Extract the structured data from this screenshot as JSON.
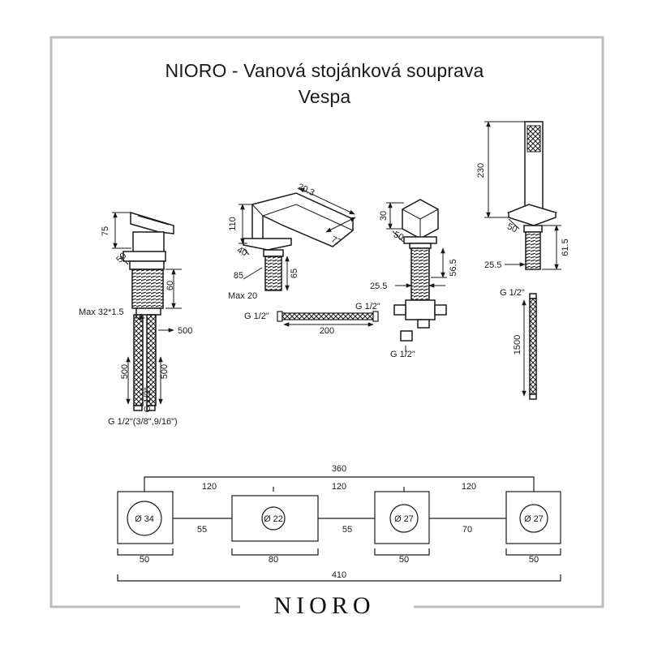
{
  "header": {
    "title_line1": "NIORO - Vanová stojánková souprava",
    "title_line2": "Vespa"
  },
  "footer": {
    "brand": "NIORO"
  },
  "mixer": {
    "d75": "75",
    "d50": "50",
    "d60": "60",
    "max_thread": "Max 32*1.5",
    "d500_right": "500",
    "d500_left": "500",
    "d500_mid": "500",
    "hose_end": "G 1/2\"",
    "connection": "G 1/2\"(3/8\",9/16\")"
  },
  "spout": {
    "d110": "110",
    "d20_3": "20.3",
    "d77": "77",
    "d40": "40",
    "d85": "85",
    "d65": "65",
    "max20": "Max 20"
  },
  "hose_connector": {
    "left": "G 1/2\"",
    "right": "G 1/2\"",
    "length": "200"
  },
  "diverter": {
    "d30": "30",
    "d50": "50",
    "d25_5": "25.5",
    "d56_5": "56.5",
    "outlet": "G 1/2\""
  },
  "handshower": {
    "d230": "230",
    "d50": "50",
    "d25_5": "25.5",
    "d61_5": "61.5",
    "hose_end": "G 1/2\"",
    "hose_length": "1500"
  },
  "layout_plan": {
    "overall_inner": "360",
    "spacing": [
      "120",
      "120",
      "120"
    ],
    "holes": [
      "Ø 34",
      "Ø 22",
      "Ø 27",
      "Ø 27"
    ],
    "gaps": [
      "55",
      "55",
      "70"
    ],
    "widths": [
      "50",
      "80",
      "50",
      "50"
    ],
    "overall": "410"
  }
}
